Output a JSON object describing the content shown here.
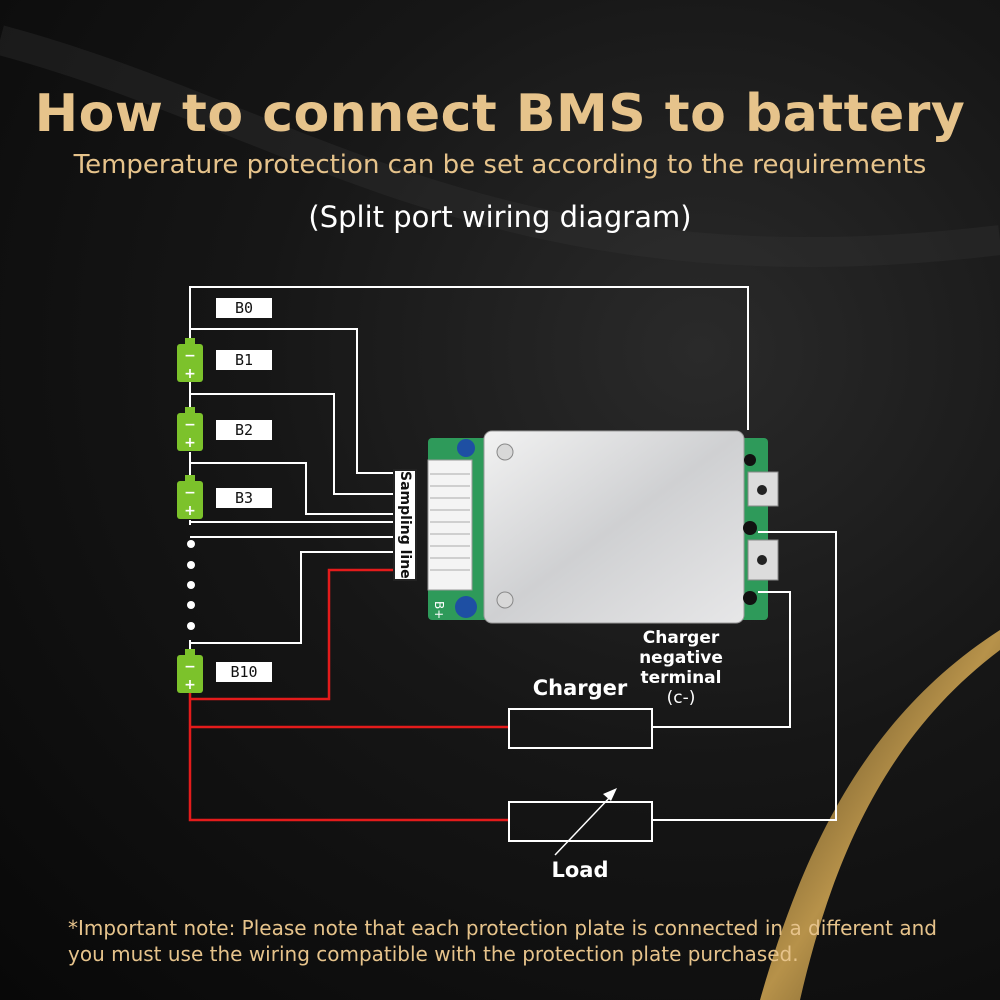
{
  "header": {
    "title": "How to connect BMS to battery",
    "subtitle": "Temperature protection can be set according to the requirements",
    "caption": "(Split port wiring diagram)"
  },
  "diagram": {
    "cell_labels": [
      "B0",
      "B1",
      "B2",
      "B3",
      "B10"
    ],
    "sampling_label": "Sampling line",
    "board_marking": "B+",
    "charger_label": "Charger",
    "load_label": "Load",
    "charger_negative_label": "Charger negative terminal",
    "charger_negative_code": "(c-)",
    "colors": {
      "title": "#e6c38b",
      "battery": "#7cc22b",
      "positive_wire": "#e41b1b",
      "wire": "#ffffff"
    }
  },
  "footer": {
    "note": "*Important note: Please note that each protection plate is connected in a different and you must use the wiring compatible with the protection plate purchased."
  }
}
